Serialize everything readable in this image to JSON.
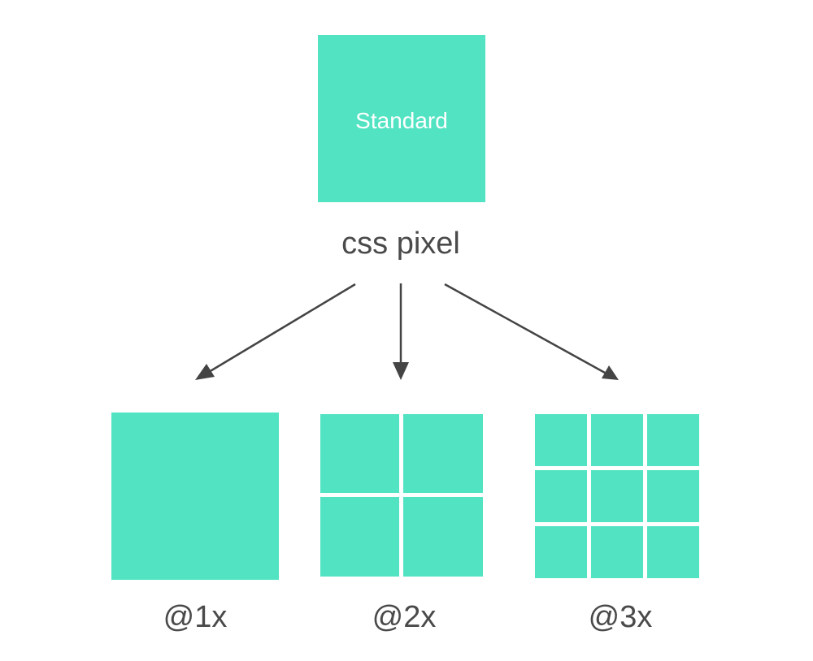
{
  "standard": {
    "label": "Standard"
  },
  "caption": "css pixel",
  "variants": [
    {
      "label": "@1x",
      "grid": 1
    },
    {
      "label": "@2x",
      "grid": 2
    },
    {
      "label": "@3x",
      "grid": 3
    }
  ],
  "colors": {
    "tile": "#52e3c2",
    "arrow": "#444444",
    "text": "#4a4a4a",
    "tile_text": "#ffffff"
  }
}
